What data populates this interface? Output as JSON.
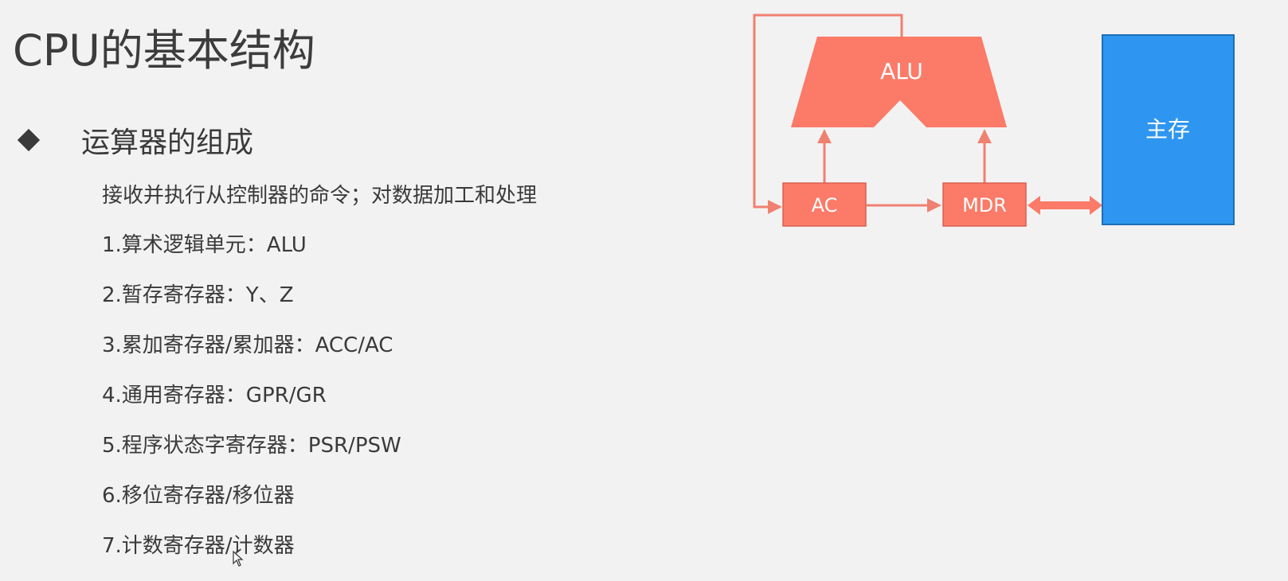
{
  "slide": {
    "title": "CPU的基本结构",
    "section": {
      "label": "运算器的组成",
      "bullet_icon": "diamond-bullet-icon"
    },
    "description": "接收并执行从控制器的命令；对数据加工和处理",
    "items": [
      "1.算术逻辑单元：ALU",
      "2.暂存寄存器：Y、Z",
      "3.累加寄存器/累加器：ACC/AC",
      "4.通用寄存器：GPR/GR",
      "5.程序状态字寄存器：PSR/PSW",
      "6.移位寄存器/移位器",
      "7.计数寄存器/计数器"
    ]
  },
  "diagram": {
    "alu_label": "ALU",
    "ac_label": "AC",
    "mdr_label": "MDR",
    "memory_label": "主存",
    "colors": {
      "salmon": "#fb7a68",
      "memory_blue": "#2e96f0",
      "memory_border": "#1a6fb8",
      "line": "#f08070",
      "block_border": "#d9604f"
    }
  }
}
